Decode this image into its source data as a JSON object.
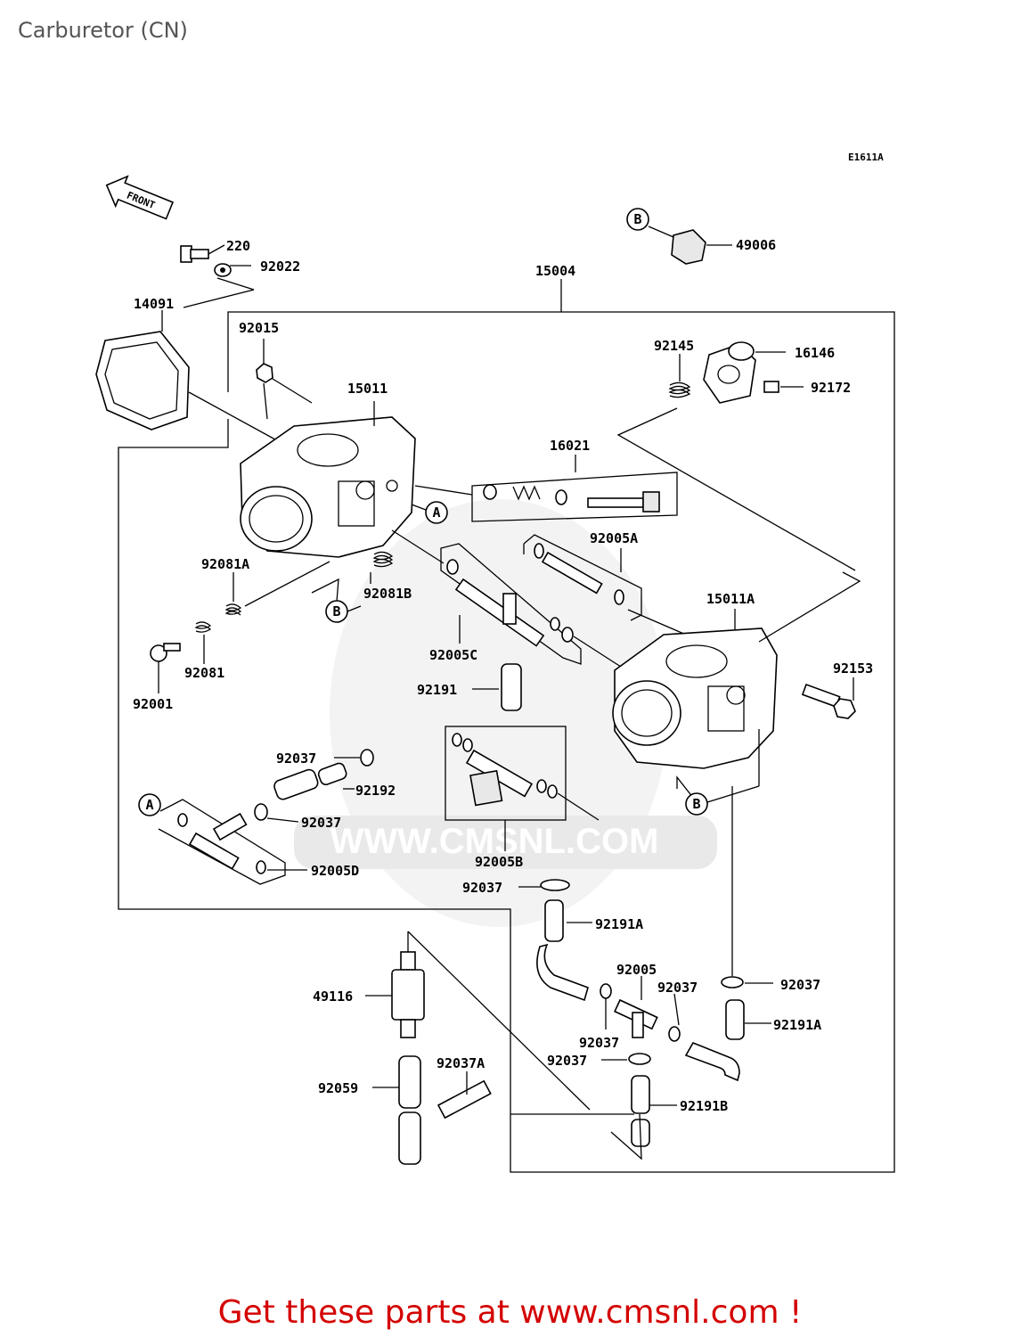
{
  "title": "Carburetor (CN)",
  "diagram_code": "E1611A",
  "front_label": "FRONT",
  "watermark": "WWW.CMSNL.COM",
  "footer": "Get these parts at www.cmsnl.com !",
  "refs": {
    "a": "A",
    "b": "B"
  },
  "parts": {
    "p220": "220",
    "p92022": "92022",
    "p14091": "14091",
    "p15004": "15004",
    "p49006": "49006",
    "p92015": "92015",
    "p15011": "15011",
    "p92145": "92145",
    "p16146": "16146",
    "p92172": "92172",
    "p16021": "16021",
    "p92005a": "92005A",
    "p92081a": "92081A",
    "p92081b": "92081B",
    "p92081": "92081",
    "p92001": "92001",
    "p92005c": "92005C",
    "p15011a": "15011A",
    "p92153": "92153",
    "p92191": "92191",
    "p92037_1": "92037",
    "p92192": "92192",
    "p92037_2": "92037",
    "p92005d": "92005D",
    "p92005b": "92005B",
    "p92037_3": "92037",
    "p92191a_1": "92191A",
    "p92005": "92005",
    "p92037_4": "92037",
    "p92037_5": "92037",
    "p49116": "49116",
    "p92191a_2": "92191A",
    "p92037_6": "92037",
    "p92037_7": "92037",
    "p92037a": "92037A",
    "p92059": "92059",
    "p92191b": "92191B"
  }
}
